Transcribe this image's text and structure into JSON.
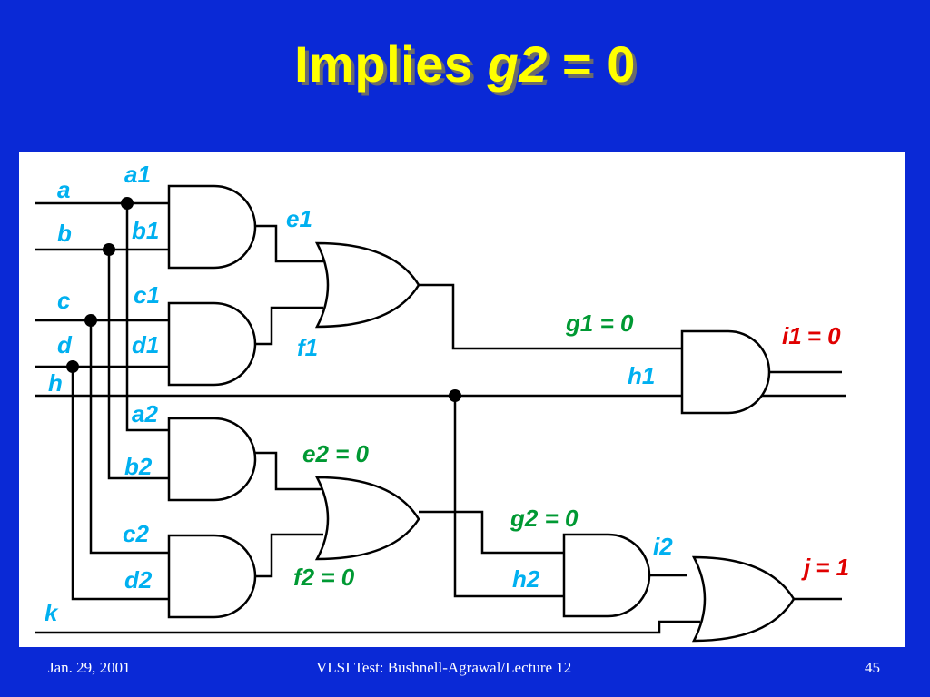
{
  "title": {
    "main": "Implies",
    "signal": "g2",
    "rest": "= 0"
  },
  "labels": {
    "a": "a",
    "b": "b",
    "c": "c",
    "d": "d",
    "h": "h",
    "k": "k",
    "a1": "a1",
    "b1": "b1",
    "c1": "c1",
    "d1": "d1",
    "a2": "a2",
    "b2": "b2",
    "c2": "c2",
    "d2": "d2",
    "e1": "e1",
    "f1": "f1",
    "h1": "h1",
    "h2": "h2",
    "i2": "i2",
    "e2": "e2 = 0",
    "f2": "f2 = 0",
    "g1": "g1 = 0",
    "g2": "g2 = 0",
    "i1_name": "i1",
    "i1_val": "= 0",
    "j_name": "j",
    "j_val": "= 1"
  },
  "footer": {
    "date": "Jan. 29, 2001",
    "course": "VLSI Test: Bushnell-Agrawal/Lecture 12",
    "page": "45"
  },
  "colors": {
    "background": "#0a29d6",
    "title": "#ffff00",
    "signal_label": "#00b0f0",
    "value_label": "#009933",
    "output_label": "#e00000"
  }
}
